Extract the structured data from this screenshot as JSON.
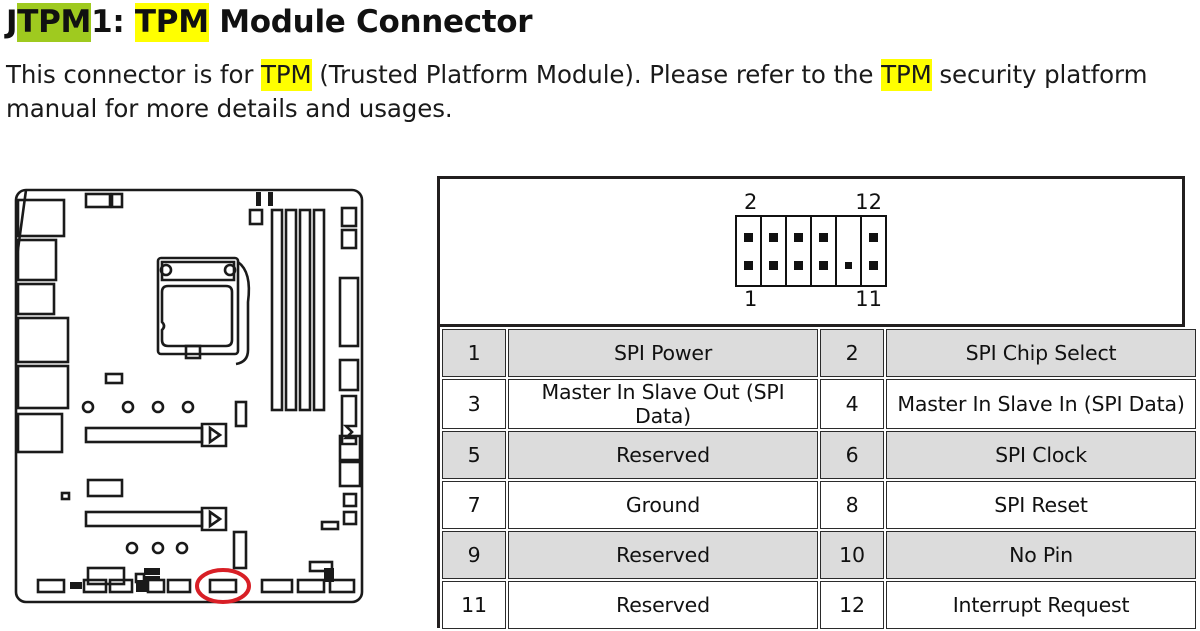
{
  "heading": {
    "prefix": "J",
    "highlight_green": "TPM",
    "middle": "1: ",
    "highlight_yellow": "TPM",
    "suffix": " Module Connector",
    "full_text": "JTPM1: TPM Module Connector",
    "highlight_green_color": "#9fca1f",
    "highlight_yellow_color": "#ffff00"
  },
  "description": {
    "part1": "This connector is for ",
    "highlight1": "TPM",
    "part2": " (Trusted Platform Module). Please refer to the ",
    "highlight2": "TPM",
    "part3": " security platform manual for more details and usages.",
    "full_text": "This connector is for TPM (Trusted Platform Module). Please refer to the TPM security platform manual for more details and usages."
  },
  "motherboard": {
    "caption": "",
    "highlight_marker_color": "#d81f26",
    "highlighted_component": "JTPM1",
    "outline_color": "#1a1a1a"
  },
  "connector": {
    "label_top_left": "2",
    "label_top_right": "12",
    "label_bottom_left": "1",
    "label_bottom_right": "11",
    "columns": 6,
    "rows": 2,
    "missing_pin": 10
  },
  "pin_table": {
    "rows": [
      {
        "num_a": "1",
        "sig_a": "SPI Power",
        "num_b": "2",
        "sig_b": "SPI Chip Select",
        "shaded": true
      },
      {
        "num_a": "3",
        "sig_a": "Master In Slave Out (SPI Data)",
        "num_b": "4",
        "sig_b": "Master In Slave In (SPI Data)",
        "shaded": false
      },
      {
        "num_a": "5",
        "sig_a": "Reserved",
        "num_b": "6",
        "sig_b": "SPI Clock",
        "shaded": true
      },
      {
        "num_a": "7",
        "sig_a": "Ground",
        "num_b": "8",
        "sig_b": "SPI Reset",
        "shaded": false
      },
      {
        "num_a": "9",
        "sig_a": "Reserved",
        "num_b": "10",
        "sig_b": "No Pin",
        "shaded": true
      },
      {
        "num_a": "11",
        "sig_a": "Reserved",
        "num_b": "12",
        "sig_b": "Interrupt Request",
        "shaded": false
      }
    ]
  }
}
